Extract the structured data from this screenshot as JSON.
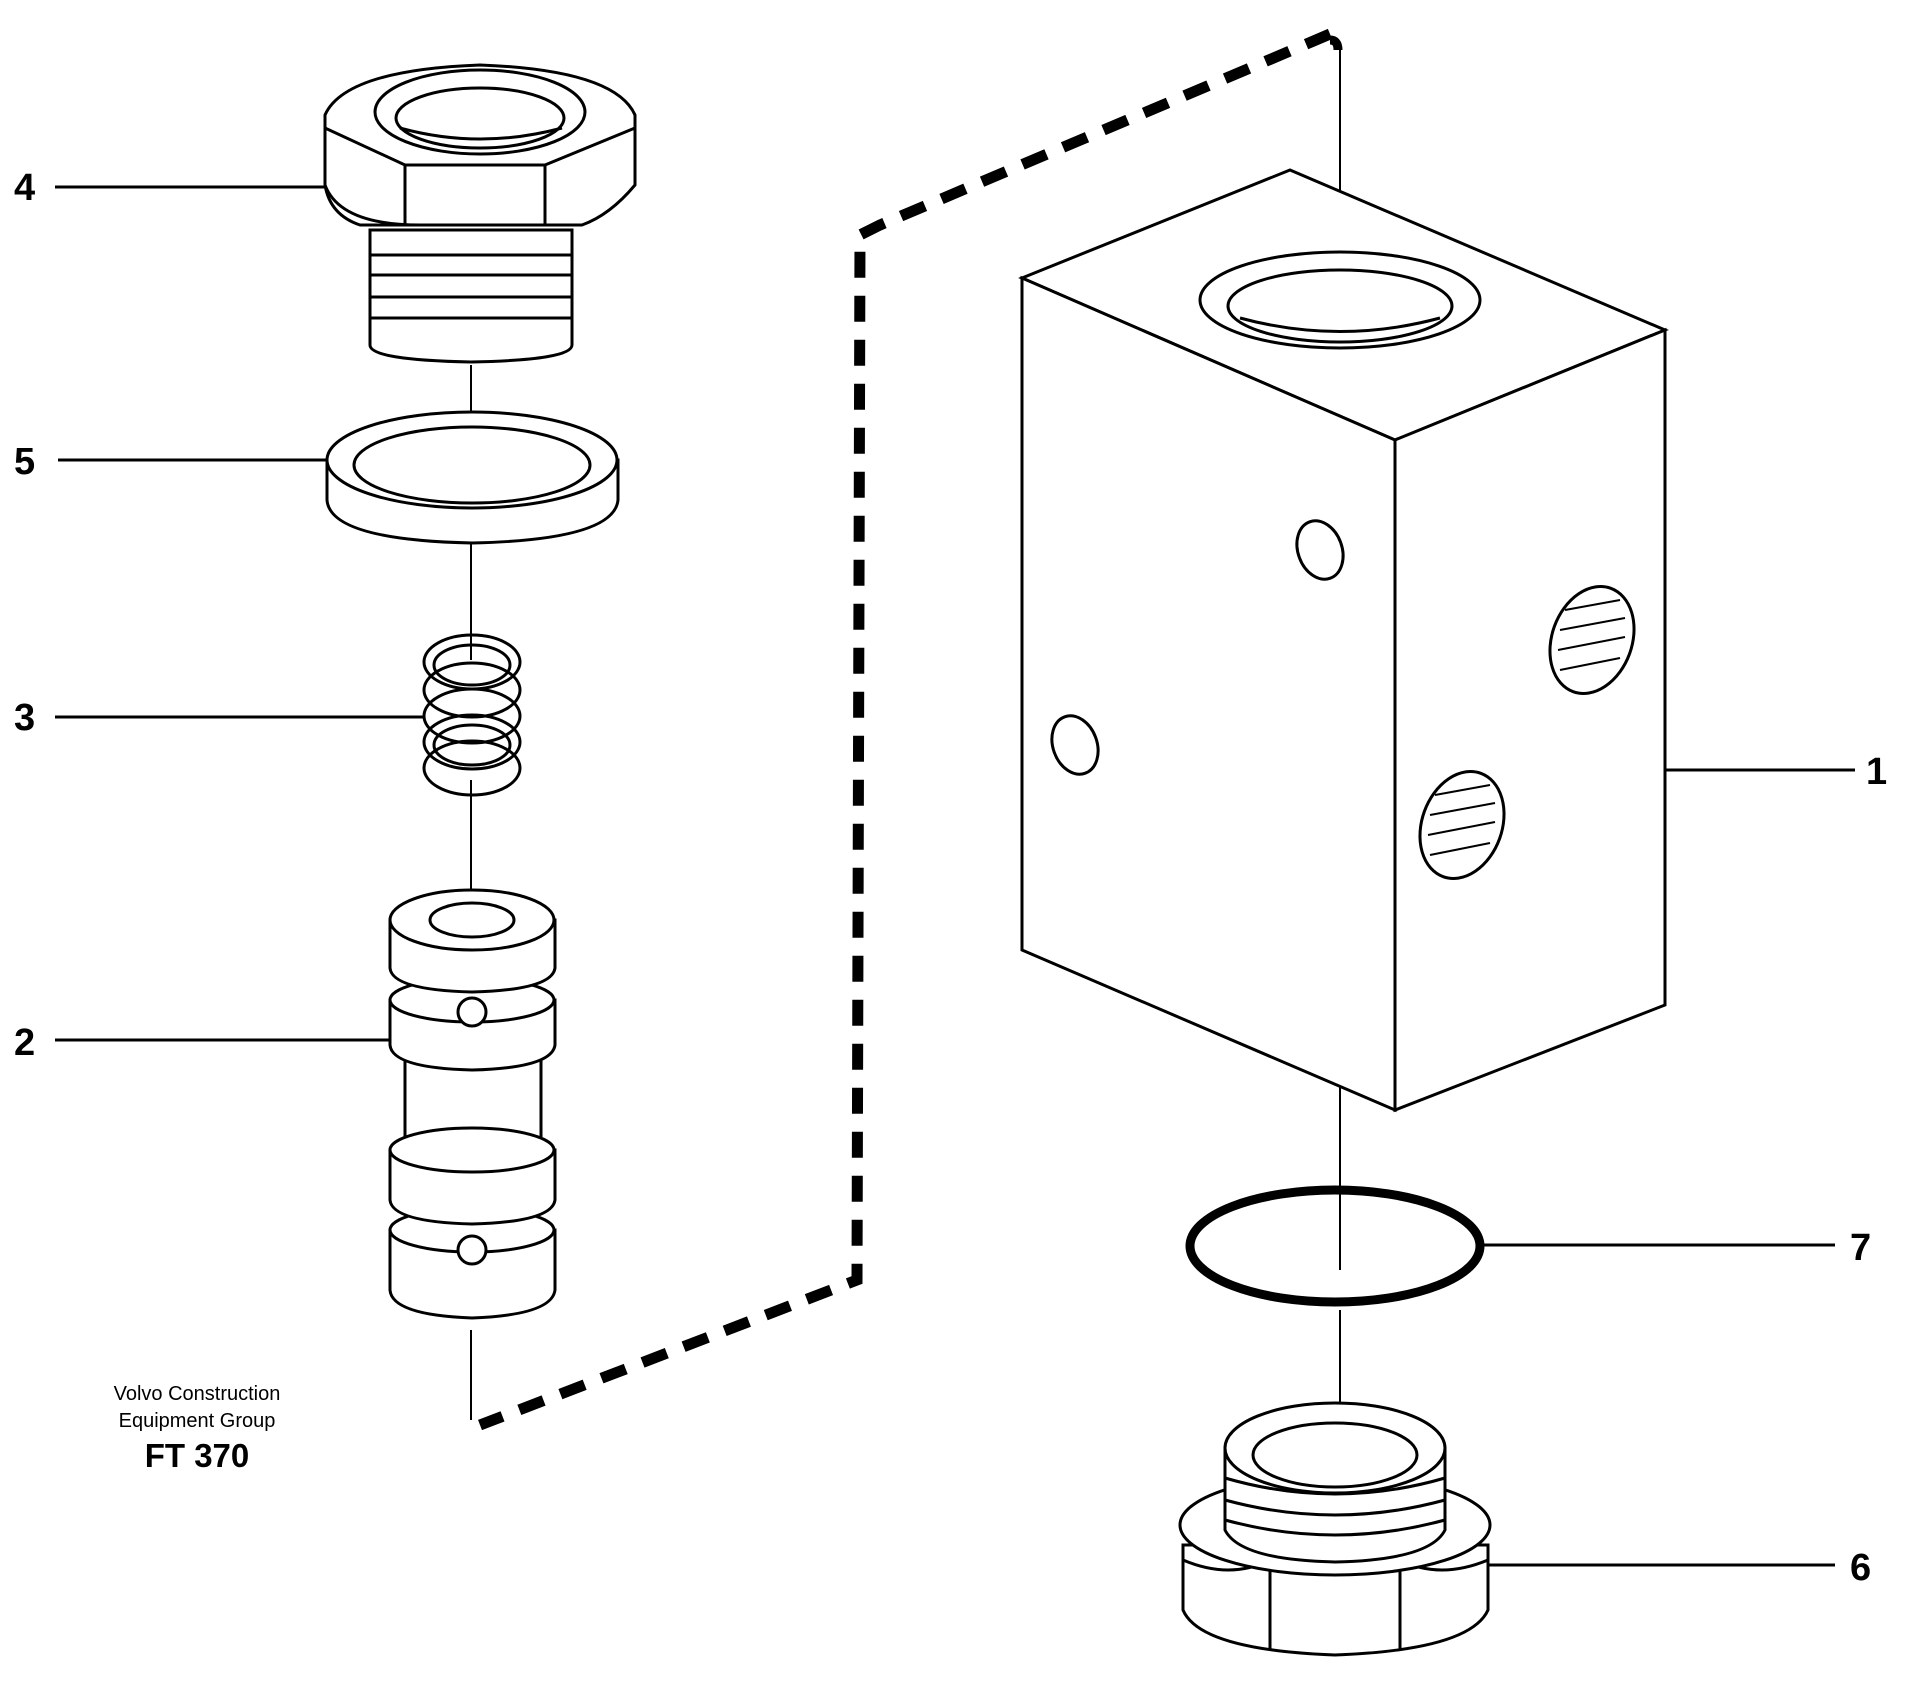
{
  "callouts": [
    "1",
    "2",
    "3",
    "4",
    "5",
    "6",
    "7"
  ],
  "footer": {
    "line1": "Volvo Construction",
    "line2": "Equipment Group",
    "code": "FT 370"
  },
  "colors": {
    "ink": "#000000",
    "paper": "#ffffff"
  }
}
